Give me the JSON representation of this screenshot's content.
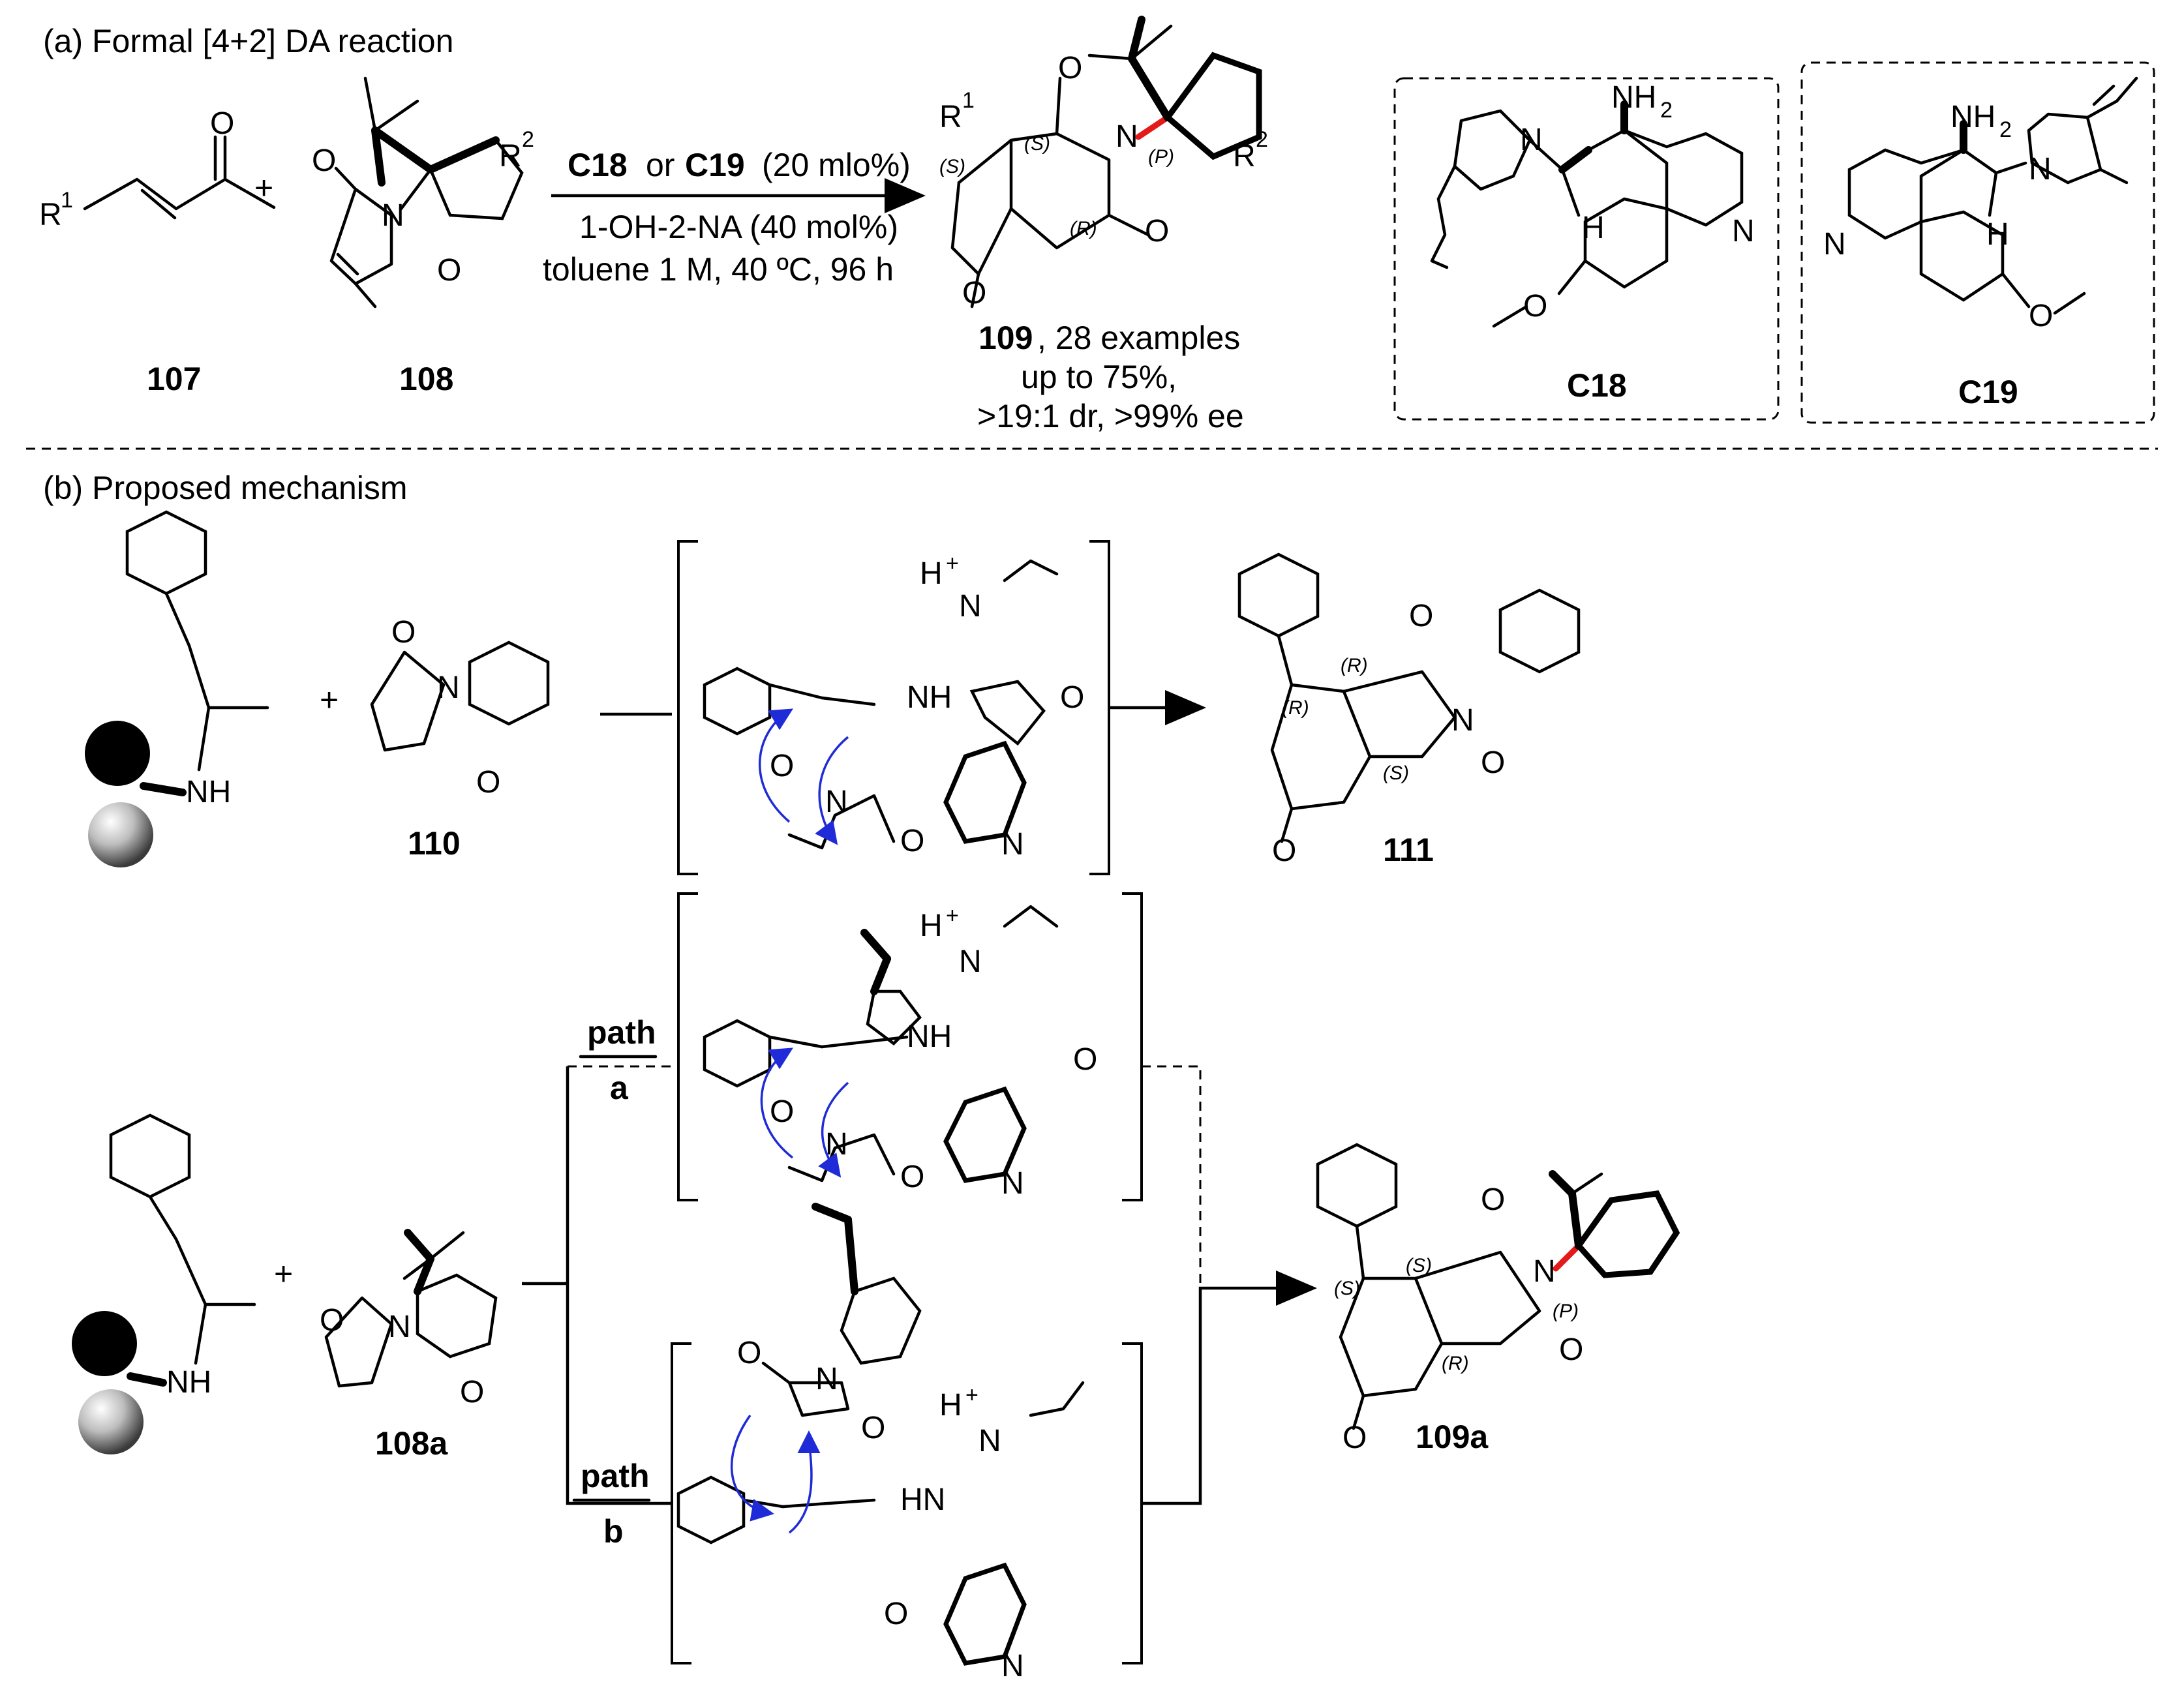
{
  "part_a": {
    "title": "(a) Formal [4+2] DA reaction",
    "compound_107": "107",
    "compound_108": "108",
    "plus": "+",
    "catalyst_c18": "C18",
    "cond_or": "or",
    "catalyst_c19": "C19",
    "cond_loading": "(20 mlo%)",
    "cond_additive": "1-OH-2-NA (40 mol%)",
    "cond_solvent": "toluene 1 M, 40 ºC, 96 h",
    "product_id": "109",
    "product_examples": ", 28 examples",
    "product_yield": "up to 75%,",
    "product_selectivity": ">19:1 dr, >99% ee",
    "box_c18": "C18",
    "box_c19": "C19"
  },
  "part_b": {
    "title": "(b) Proposed mechanism",
    "compound_110": "110",
    "compound_111": "111",
    "compound_108a": "108a",
    "compound_109a": "109a",
    "plus": "+",
    "path_a_1": "path",
    "path_a_2": "a",
    "path_b_1": "path",
    "path_b_2": "b"
  },
  "atoms": {
    "O": "O",
    "N": "N",
    "NH": "NH",
    "HN": "HN",
    "NH2": "NH",
    "H": "H",
    "R": "R",
    "one": "1",
    "two": "2",
    "two_sub": "2",
    "plus_charge": "+"
  },
  "stereo": {
    "S": "(S)",
    "R": "(R)",
    "P": "(P)"
  },
  "colors": {
    "axis_bond": "#e41a1a",
    "arrow": "#1f2bd6",
    "ink": "#000000"
  }
}
